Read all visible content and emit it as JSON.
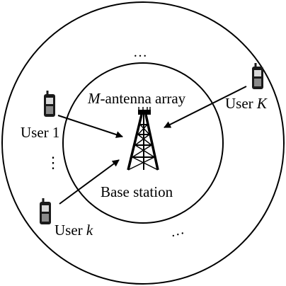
{
  "diagram": {
    "array_label_var": "M",
    "array_label_text": "-antenna array",
    "base_station_label": "Base station",
    "user1_label": "User 1",
    "userk_prefix": "User ",
    "userk_var": "k",
    "userK_prefix": "User ",
    "userK_var": "K",
    "ellipsis_h": "…",
    "ellipsis_v": "⋮",
    "colors": {
      "stroke": "#000000",
      "background": "#ffffff"
    },
    "icons": [
      "mobile-phone-icon",
      "antenna-tower-icon"
    ]
  }
}
